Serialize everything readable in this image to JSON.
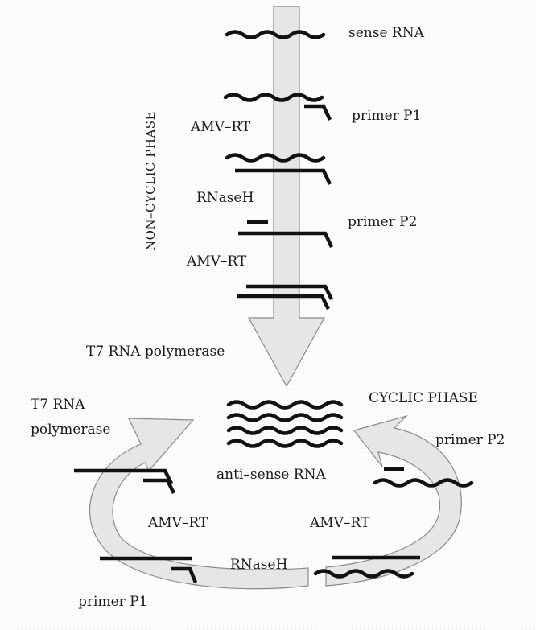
{
  "phases": {
    "non_cyclic": "NON–CYCLIC PHASE",
    "cyclic": "CYCLIC PHASE"
  },
  "labels": {
    "sense_rna": "sense RNA",
    "primer_p1_top": "primer P1",
    "amv_rt_top_1": "AMV–RT",
    "rnaseh_top": "RNaseH",
    "primer_p2_top": "primer P2",
    "amv_rt_top_2": "AMV–RT",
    "t7_polymerase_mid": "T7 RNA polymerase",
    "t7_rna_left": "T7 RNA",
    "polymerase_left": "polymerase",
    "primer_p2_right": "primer P2",
    "anti_sense_rna": "anti–sense RNA",
    "amv_rt_left": "AMV–RT",
    "amv_rt_right": "AMV–RT",
    "rnaseh_bottom": "RNaseH",
    "primer_p1_bottom": "primer P1"
  }
}
